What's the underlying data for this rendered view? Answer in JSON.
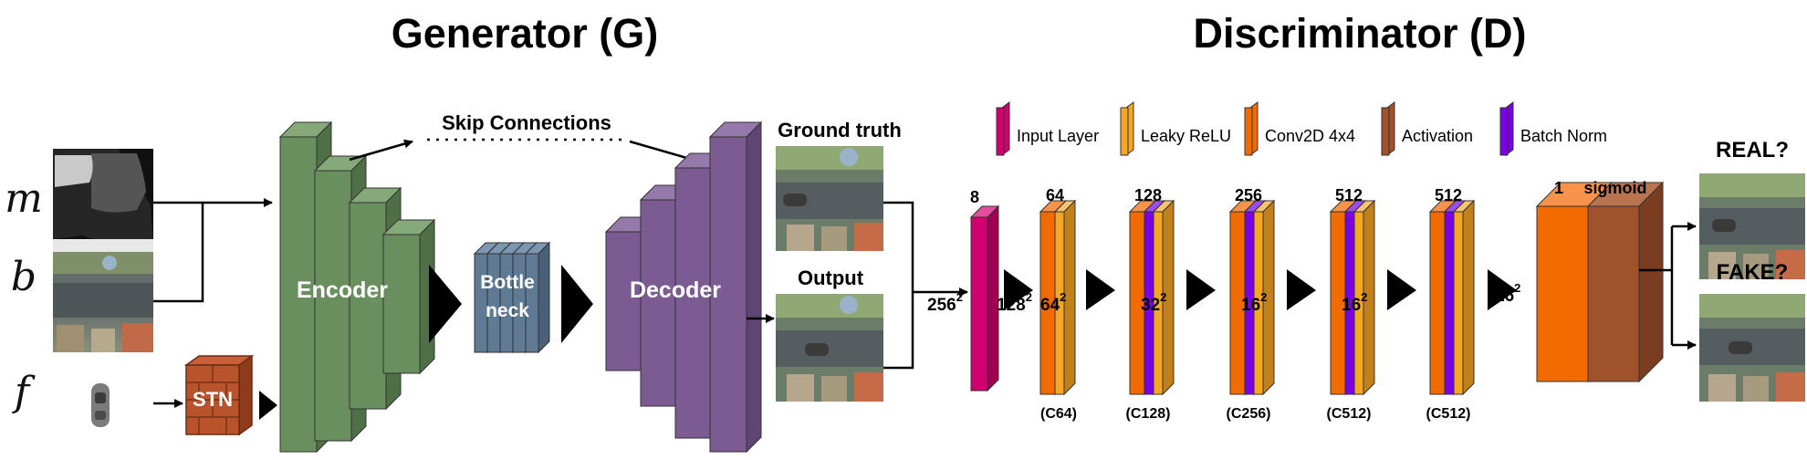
{
  "generator": {
    "title": "Generator (G)",
    "inputs": [
      "m",
      "b",
      "f"
    ],
    "stn_label": "STN",
    "encoder_label": "Encoder",
    "bottleneck_line1": "Bottle",
    "bottleneck_line2": "neck",
    "decoder_label": "Decoder",
    "skip_label": "Skip Connections",
    "ground_truth_label": "Ground truth",
    "output_label": "Output"
  },
  "discriminator": {
    "title": "Discriminator (D)",
    "legend": [
      {
        "label": "Input Layer",
        "color": "#d1006f"
      },
      {
        "label": "Leaky ReLU",
        "color": "#f5a623"
      },
      {
        "label": "Conv2D 4x4",
        "color": "#f26b00"
      },
      {
        "label": "Activation",
        "color": "#a0522d"
      },
      {
        "label": "Batch Norm",
        "color": "#7a00e6"
      }
    ],
    "layer_channels": [
      "8",
      "64",
      "128",
      "256",
      "512",
      "512",
      "1"
    ],
    "sigmoid_label": "sigmoid",
    "sizes": [
      {
        "base": "256",
        "exp": "2"
      },
      {
        "base": "128",
        "exp": "2"
      },
      {
        "base": "64",
        "exp": "2"
      },
      {
        "base": "32",
        "exp": "2"
      },
      {
        "base": "16",
        "exp": "2"
      },
      {
        "base": "16",
        "exp": "2"
      },
      {
        "base": "16",
        "exp": "2"
      }
    ],
    "block_names": [
      "(C64)",
      "(C128)",
      "(C256)",
      "(C512)",
      "(C512)"
    ],
    "real_label": "REAL?",
    "fake_label": "FAKE?",
    "real_color": "#5a9e1f",
    "fake_color": "#d42a1e"
  }
}
